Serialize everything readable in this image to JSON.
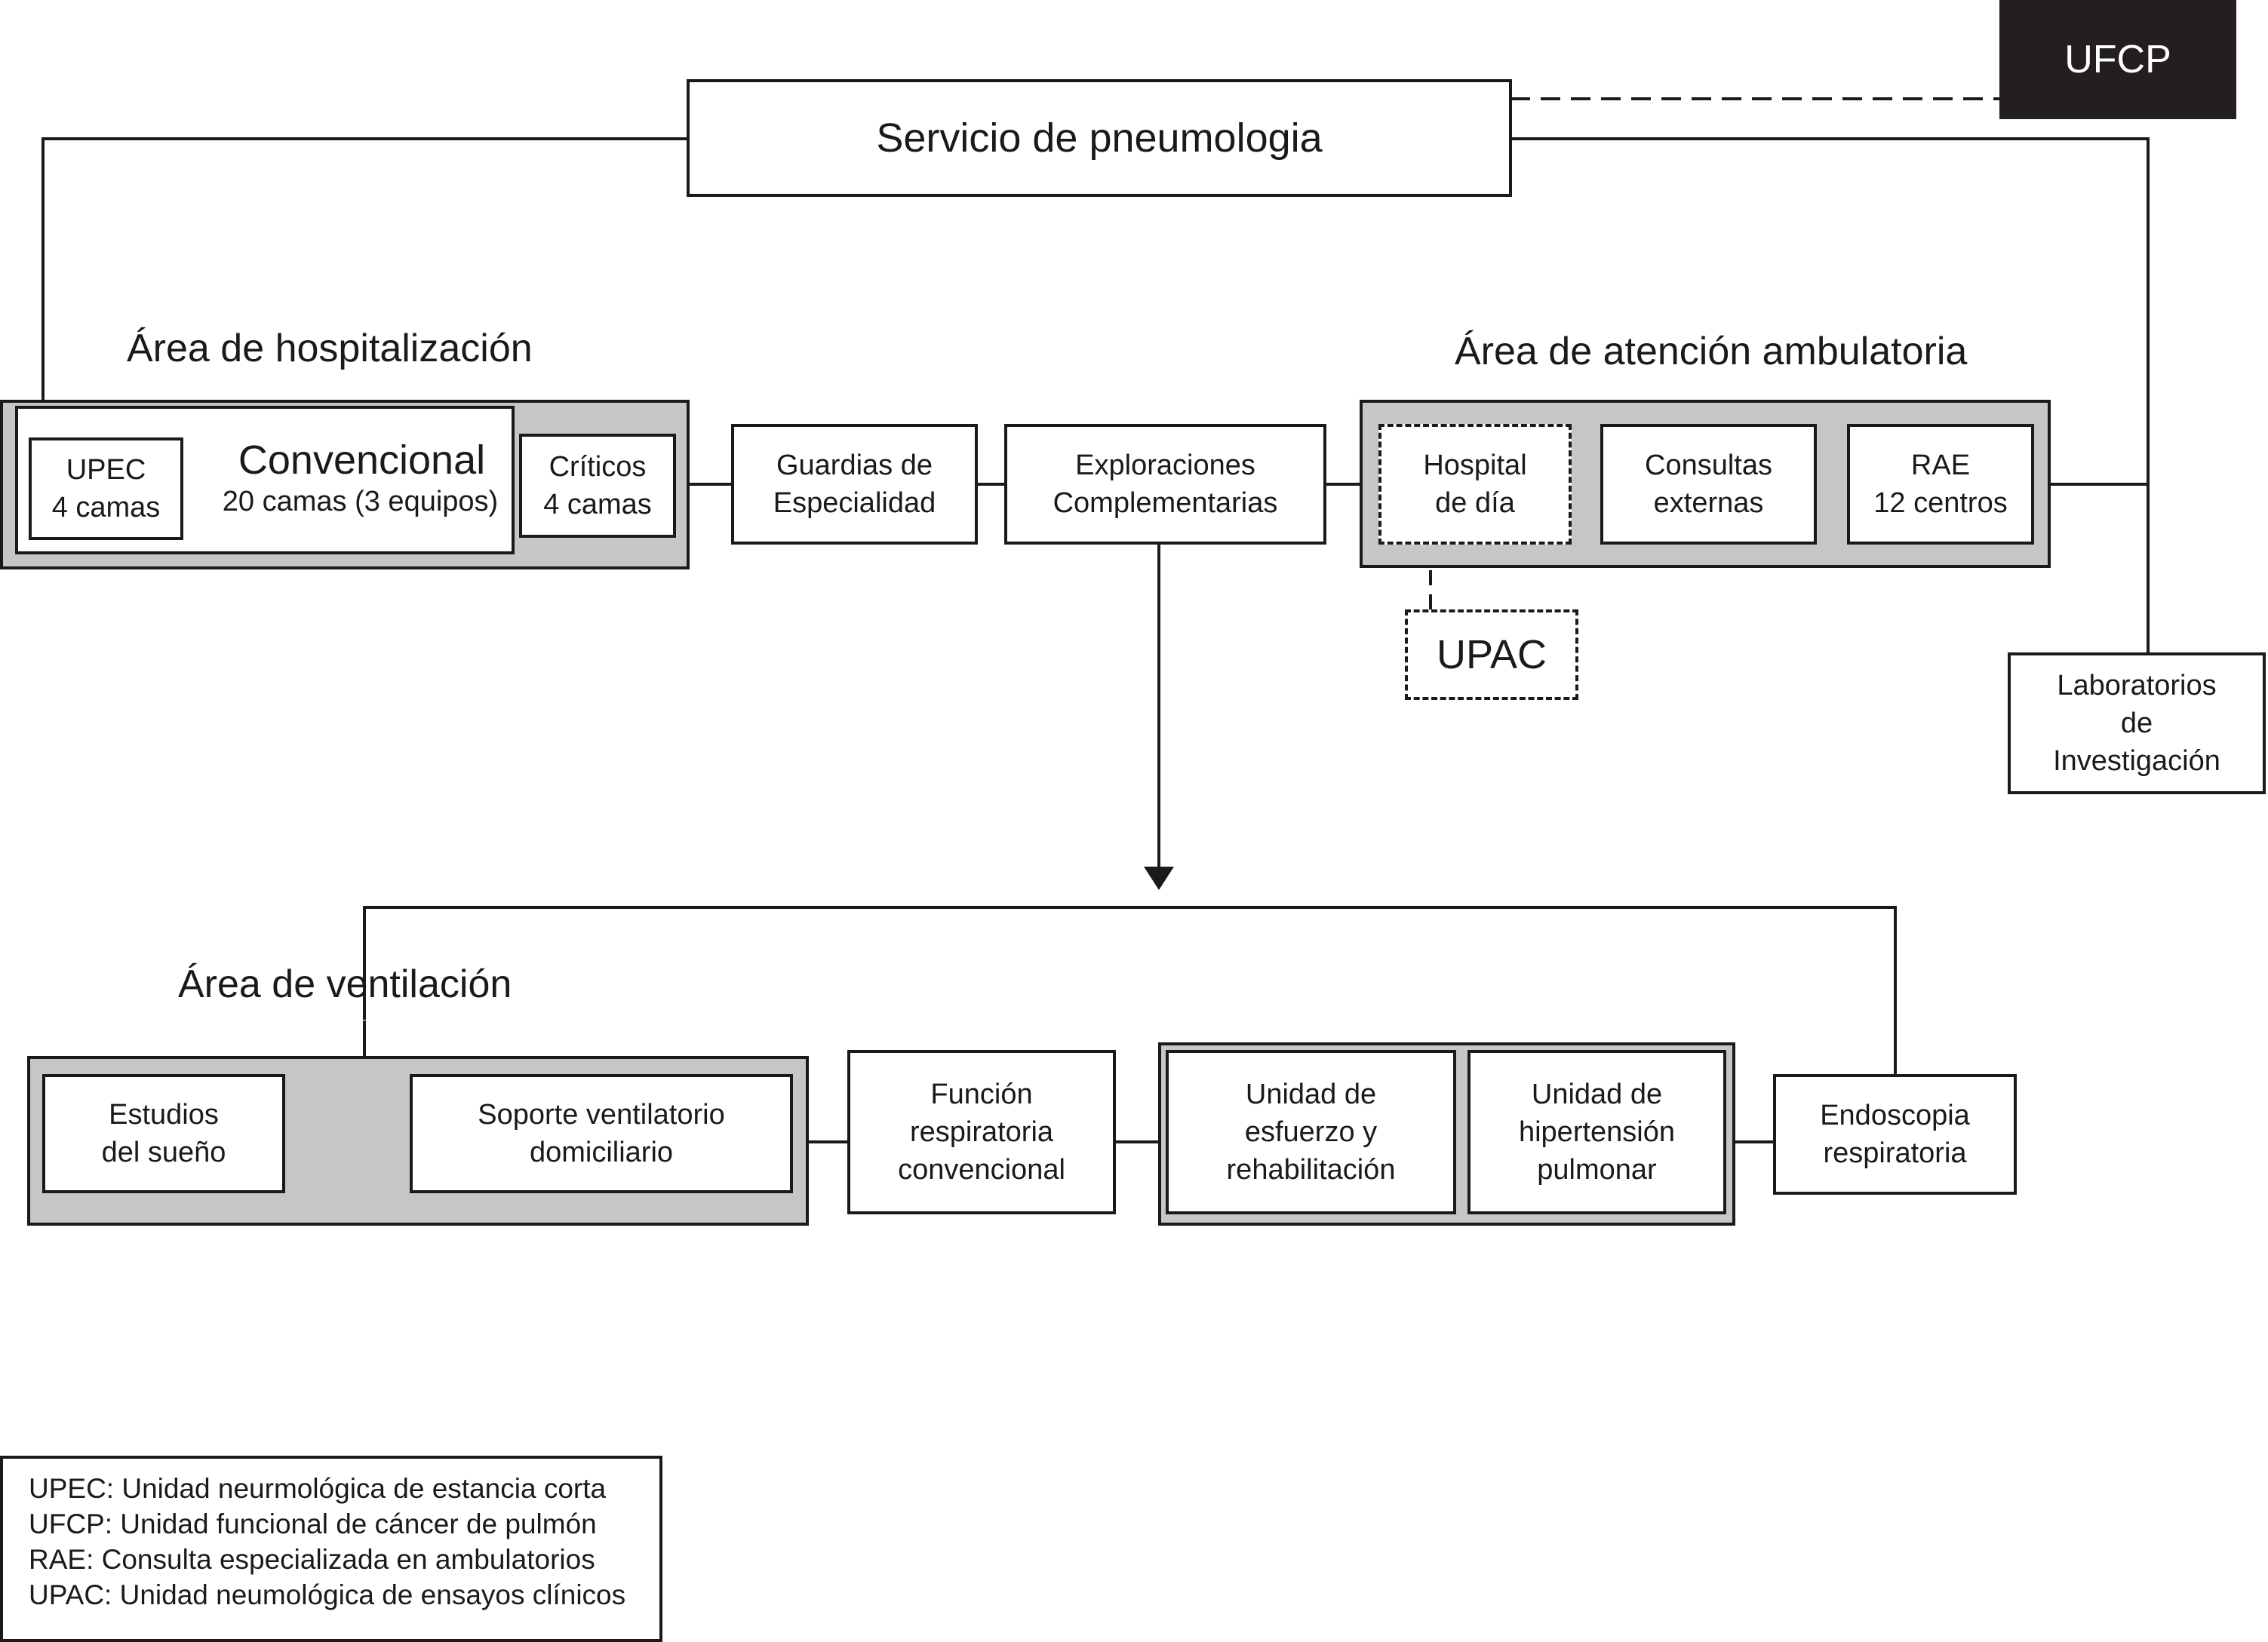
{
  "ufcp": {
    "label": "UFCP"
  },
  "servicio": {
    "label": "Servicio de pneumologia"
  },
  "hospitalizacion": {
    "title": "Área de hospitalización",
    "upec": [
      "UPEC",
      "4 camas"
    ],
    "convencional": {
      "title": "Convencional",
      "detail": "20 camas (3 equipos)"
    },
    "criticos": [
      "Críticos",
      "4 camas"
    ]
  },
  "guardias": [
    "Guardias de",
    "Especialidad"
  ],
  "exploraciones": [
    "Exploraciones",
    "Complementarias"
  ],
  "ambulatoria": {
    "title": "Área de atención ambulatoria",
    "hospital_dia": [
      "Hospital",
      "de día"
    ],
    "consultas": [
      "Consultas",
      "externas"
    ],
    "rae": [
      "RAE",
      "12 centros"
    ]
  },
  "upac": {
    "label": "UPAC"
  },
  "laboratorios": [
    "Laboratorios",
    "de",
    "Investigación"
  ],
  "ventilacion": {
    "title": "Área de ventilación",
    "estudios": [
      "Estudios",
      "del sueño"
    ],
    "soporte": [
      "Soporte ventilatorio",
      "domiciliario"
    ]
  },
  "funcion": [
    "Función",
    "respiratoria",
    "convencional"
  ],
  "esfuerzo": [
    "Unidad de",
    "esfuerzo y",
    "rehabilitación"
  ],
  "hipertension": [
    "Unidad de",
    "hipertensión",
    "pulmonar"
  ],
  "endoscopia": [
    "Endoscopia",
    "respiratoria"
  ],
  "legend": [
    "UPEC: Unidad neurmológica de estancia corta",
    "UFCP: Unidad funcional de cáncer de pulmón",
    "RAE: Consulta especializada en ambulatorios",
    "UPAC: Unidad neumológica de ensayos clínicos"
  ]
}
